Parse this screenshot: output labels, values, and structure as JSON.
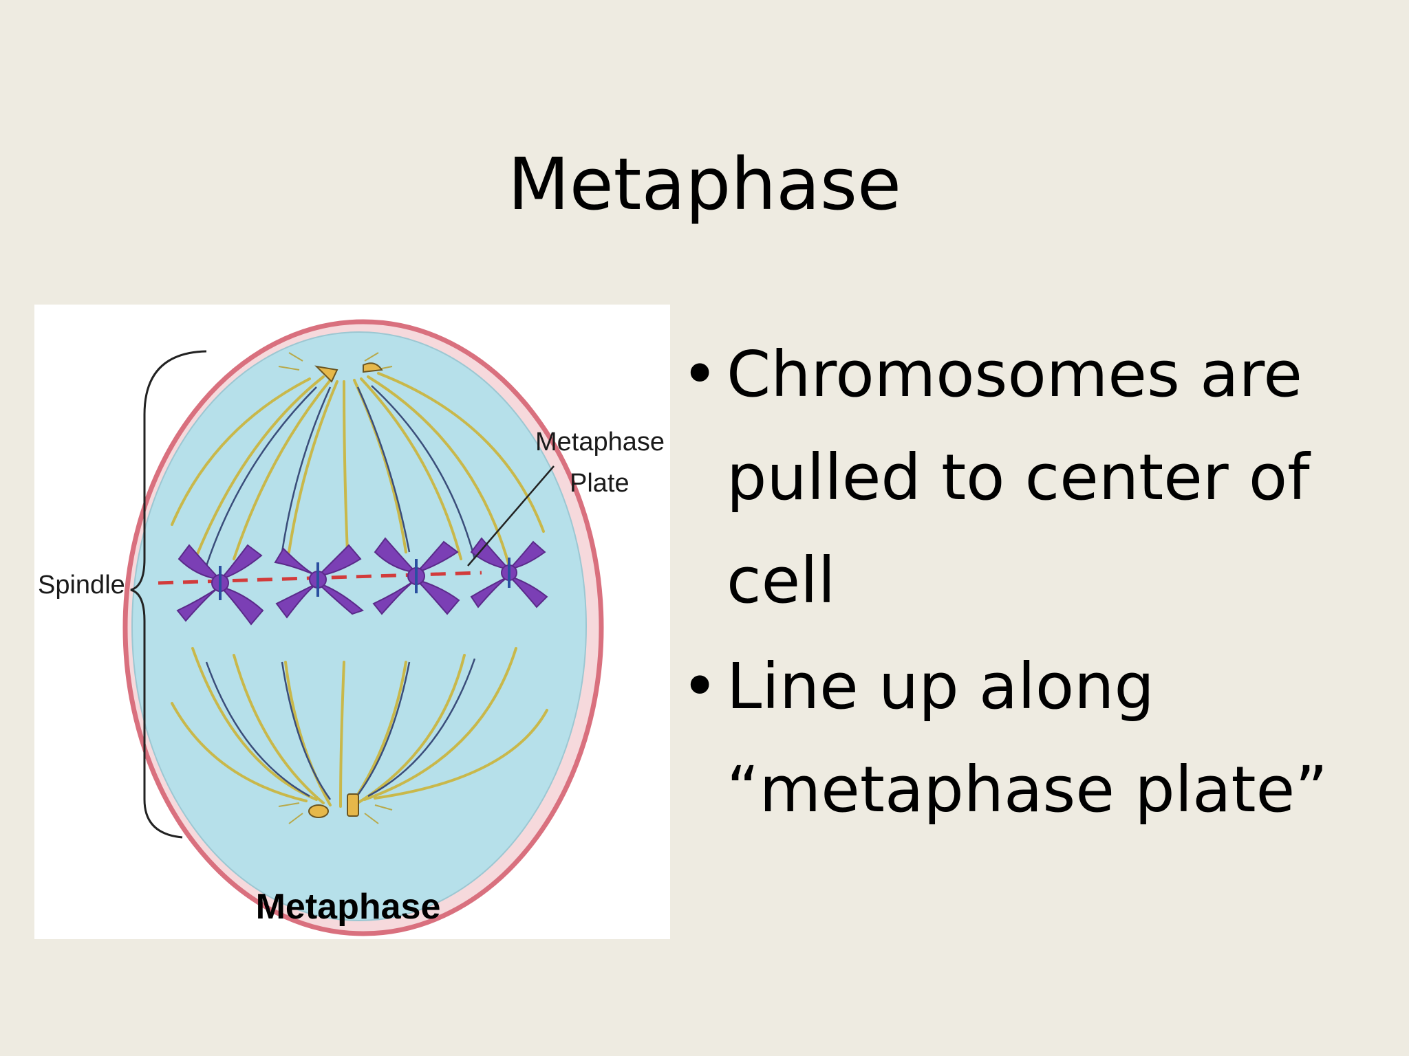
{
  "slide": {
    "title": "Metaphase"
  },
  "figure": {
    "labels": {
      "spindle": "Spindle",
      "metaphase_plate_line1": "Metaphase",
      "metaphase_plate_line2": "Plate",
      "caption": "Metaphase"
    },
    "colors": {
      "cell_fill": "#b6e0ea",
      "cell_membrane": "#d9707e",
      "spindle_fibers": "#c9b84a",
      "chromosomes": "#7b3fb5",
      "plate_line": "#d23b3b",
      "centrioles": "#e6b84a"
    }
  },
  "bullets": [
    {
      "dot": "•",
      "text": "Chromosomes are pulled to center of cell"
    },
    {
      "dot": "•",
      "text": "Line up along “metaphase plate”"
    }
  ]
}
